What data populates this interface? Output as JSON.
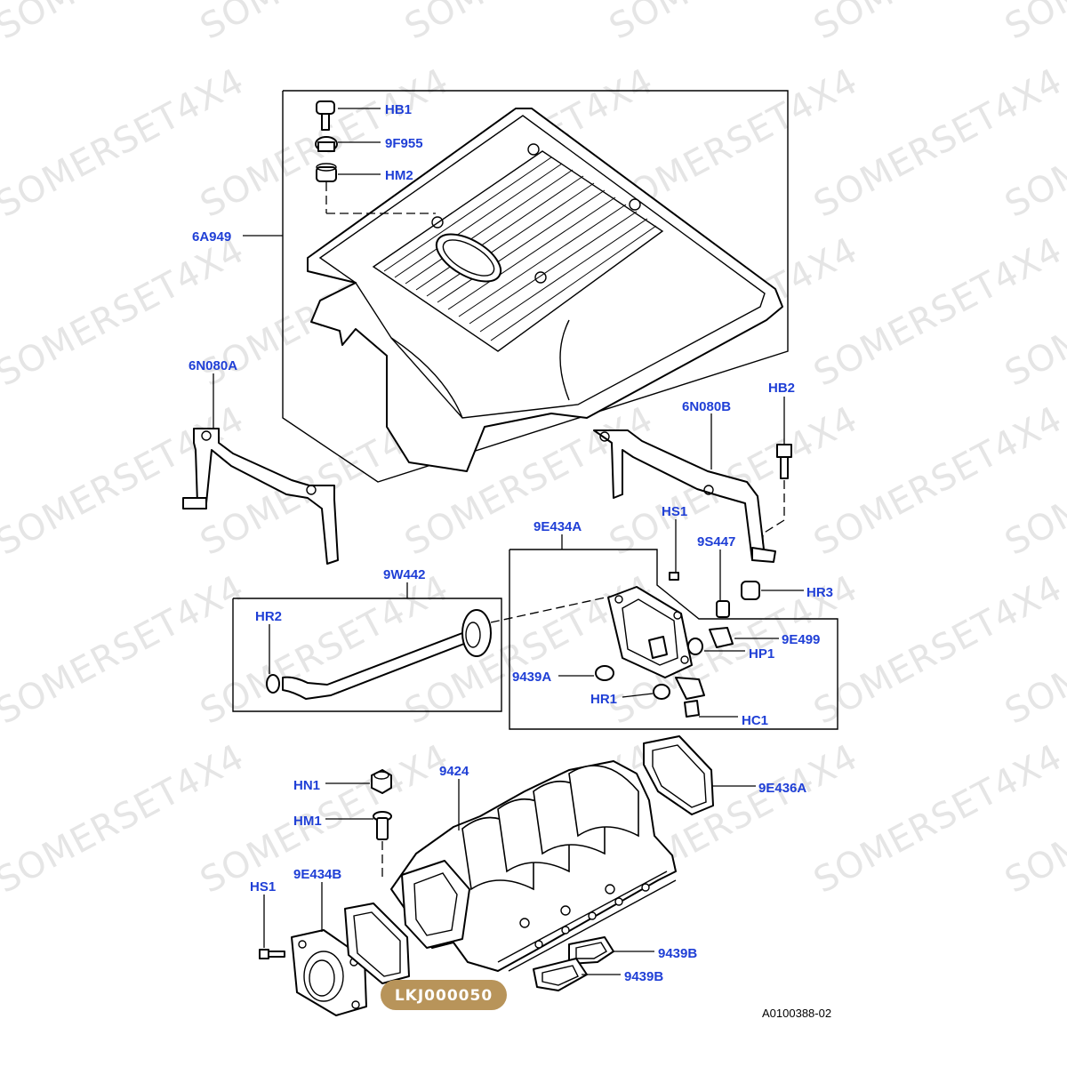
{
  "watermark": "SOMERSET4X4",
  "labels": {
    "HB1": "HB1",
    "9F955": "9F955",
    "HM2": "HM2",
    "6A949": "6A949",
    "6N080A": "6N080A",
    "HB2": "HB2",
    "6N080B": "6N080B",
    "HS1_top": "HS1",
    "9E434A": "9E434A",
    "9S447": "9S447",
    "HR3": "HR3",
    "9W442": "9W442",
    "HR2": "HR2",
    "9E499": "9E499",
    "HP1": "HP1",
    "9439A": "9439A",
    "HR1": "HR1",
    "HC1": "HC1",
    "9424": "9424",
    "HN1": "HN1",
    "9E436A": "9E436A",
    "HM1": "HM1",
    "9E434B": "9E434B",
    "HS1_bottom": "HS1",
    "9439B_1": "9439B",
    "9439B_2": "9439B"
  },
  "badge": {
    "text": "LKJ000050",
    "color": "#b8945a"
  },
  "reference": "A0100388-02",
  "colors": {
    "label": "#1f3fd6",
    "linework": "#000000",
    "watermark": "#e5e5e5"
  }
}
